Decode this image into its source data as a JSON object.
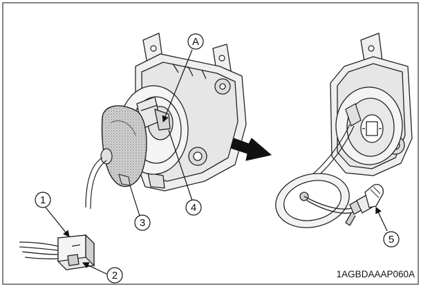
{
  "callouts": {
    "c1": "1",
    "c2": "2",
    "c3": "3",
    "c4": "4",
    "c5": "5",
    "cA": "A"
  },
  "figure_code": "1AGBDAAAP060A"
}
